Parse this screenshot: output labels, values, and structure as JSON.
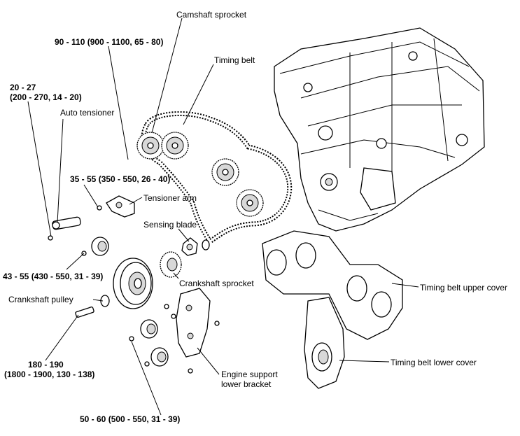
{
  "labels": {
    "camshaft_sprocket": "Camshaft sprocket",
    "torque_camshaft": "90 - 110 (900 - 1100, 65 - 80)",
    "timing_belt": "Timing belt",
    "torque_auto_tensioner_1": "20 - 27",
    "torque_auto_tensioner_2": "(200 - 270, 14 - 20)",
    "auto_tensioner": "Auto tensioner",
    "torque_tensioner_arm": "35 - 55 (350 - 550, 26 - 40)",
    "tensioner_arm": "Tensioner arm",
    "sensing_blade": "Sensing blade",
    "torque_idler": "43 - 55 (430 - 550, 31 - 39)",
    "crankshaft_sprocket": "Crankshaft sprocket",
    "crankshaft_pulley": "Crankshaft pulley",
    "timing_belt_upper_cover": "Timing belt upper cover",
    "torque_crank_pulley_1": "180 - 190",
    "torque_crank_pulley_2": "(1800 - 1900, 130 - 138)",
    "timing_belt_lower_cover": "Timing belt lower cover",
    "engine_support_1": "Engine support",
    "engine_support_2": "lower bracket",
    "torque_bracket": "50 - 60 (500 - 550, 31 - 39)"
  }
}
